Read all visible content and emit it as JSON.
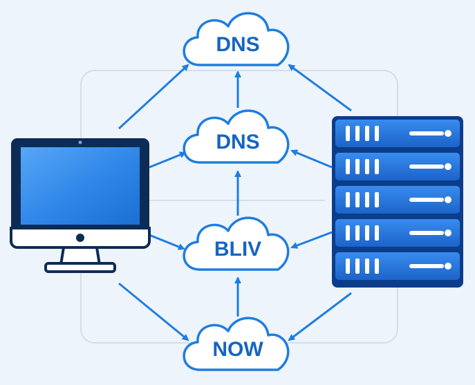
{
  "colors": {
    "background": "#eef4fb",
    "accent": "#1e7de0",
    "label": "#1565c0",
    "frame": "#d6dde6",
    "server_dark": "#0b3d8a",
    "server_fill": "#1e6fd6",
    "monitor_bezel": "#0d2c55",
    "monitor_screen": "#2f86e8"
  },
  "clouds": [
    {
      "id": "cloud-dns-top",
      "label": "DNS"
    },
    {
      "id": "cloud-dns-middle",
      "label": "DNS"
    },
    {
      "id": "cloud-bliv",
      "label": "BLIV"
    },
    {
      "id": "cloud-now",
      "label": "NOW"
    }
  ],
  "nodes": {
    "client": {
      "icon": "desktop-computer-icon"
    },
    "server": {
      "icon": "server-rack-icon",
      "units": 5
    }
  },
  "connections": [
    {
      "from": "client",
      "to": "cloud-dns-top"
    },
    {
      "from": "client",
      "to": "cloud-dns-middle"
    },
    {
      "from": "client",
      "to": "cloud-bliv"
    },
    {
      "from": "client",
      "to": "cloud-now"
    },
    {
      "from": "server",
      "to": "cloud-dns-top"
    },
    {
      "from": "server",
      "to": "cloud-dns-middle"
    },
    {
      "from": "server",
      "to": "cloud-bliv"
    },
    {
      "from": "server",
      "to": "cloud-now"
    },
    {
      "from": "cloud-dns-middle",
      "to": "cloud-dns-top"
    },
    {
      "from": "cloud-bliv",
      "to": "cloud-dns-middle"
    },
    {
      "from": "cloud-now",
      "to": "cloud-bliv"
    }
  ]
}
